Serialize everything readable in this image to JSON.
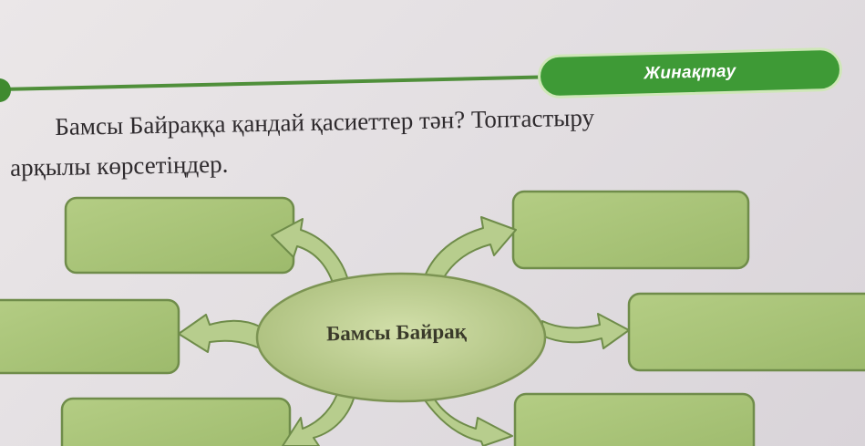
{
  "section_badge": {
    "label": "Жинақтау"
  },
  "question": {
    "line1": "Бамсы Байраққа қандай қасиеттер тән? Топтастыру",
    "line2": "арқылы көрсетіңдер."
  },
  "cluster": {
    "center_label": "Бамсы Байрақ",
    "answer_boxes": [
      "",
      "",
      "",
      "",
      "",
      ""
    ]
  },
  "colors": {
    "badge_green": "#3e9a36",
    "box_fill": "#a9c47a",
    "box_border": "#6f8c4a",
    "center_fill": "#c1d095",
    "text": "#2e2a2d"
  }
}
